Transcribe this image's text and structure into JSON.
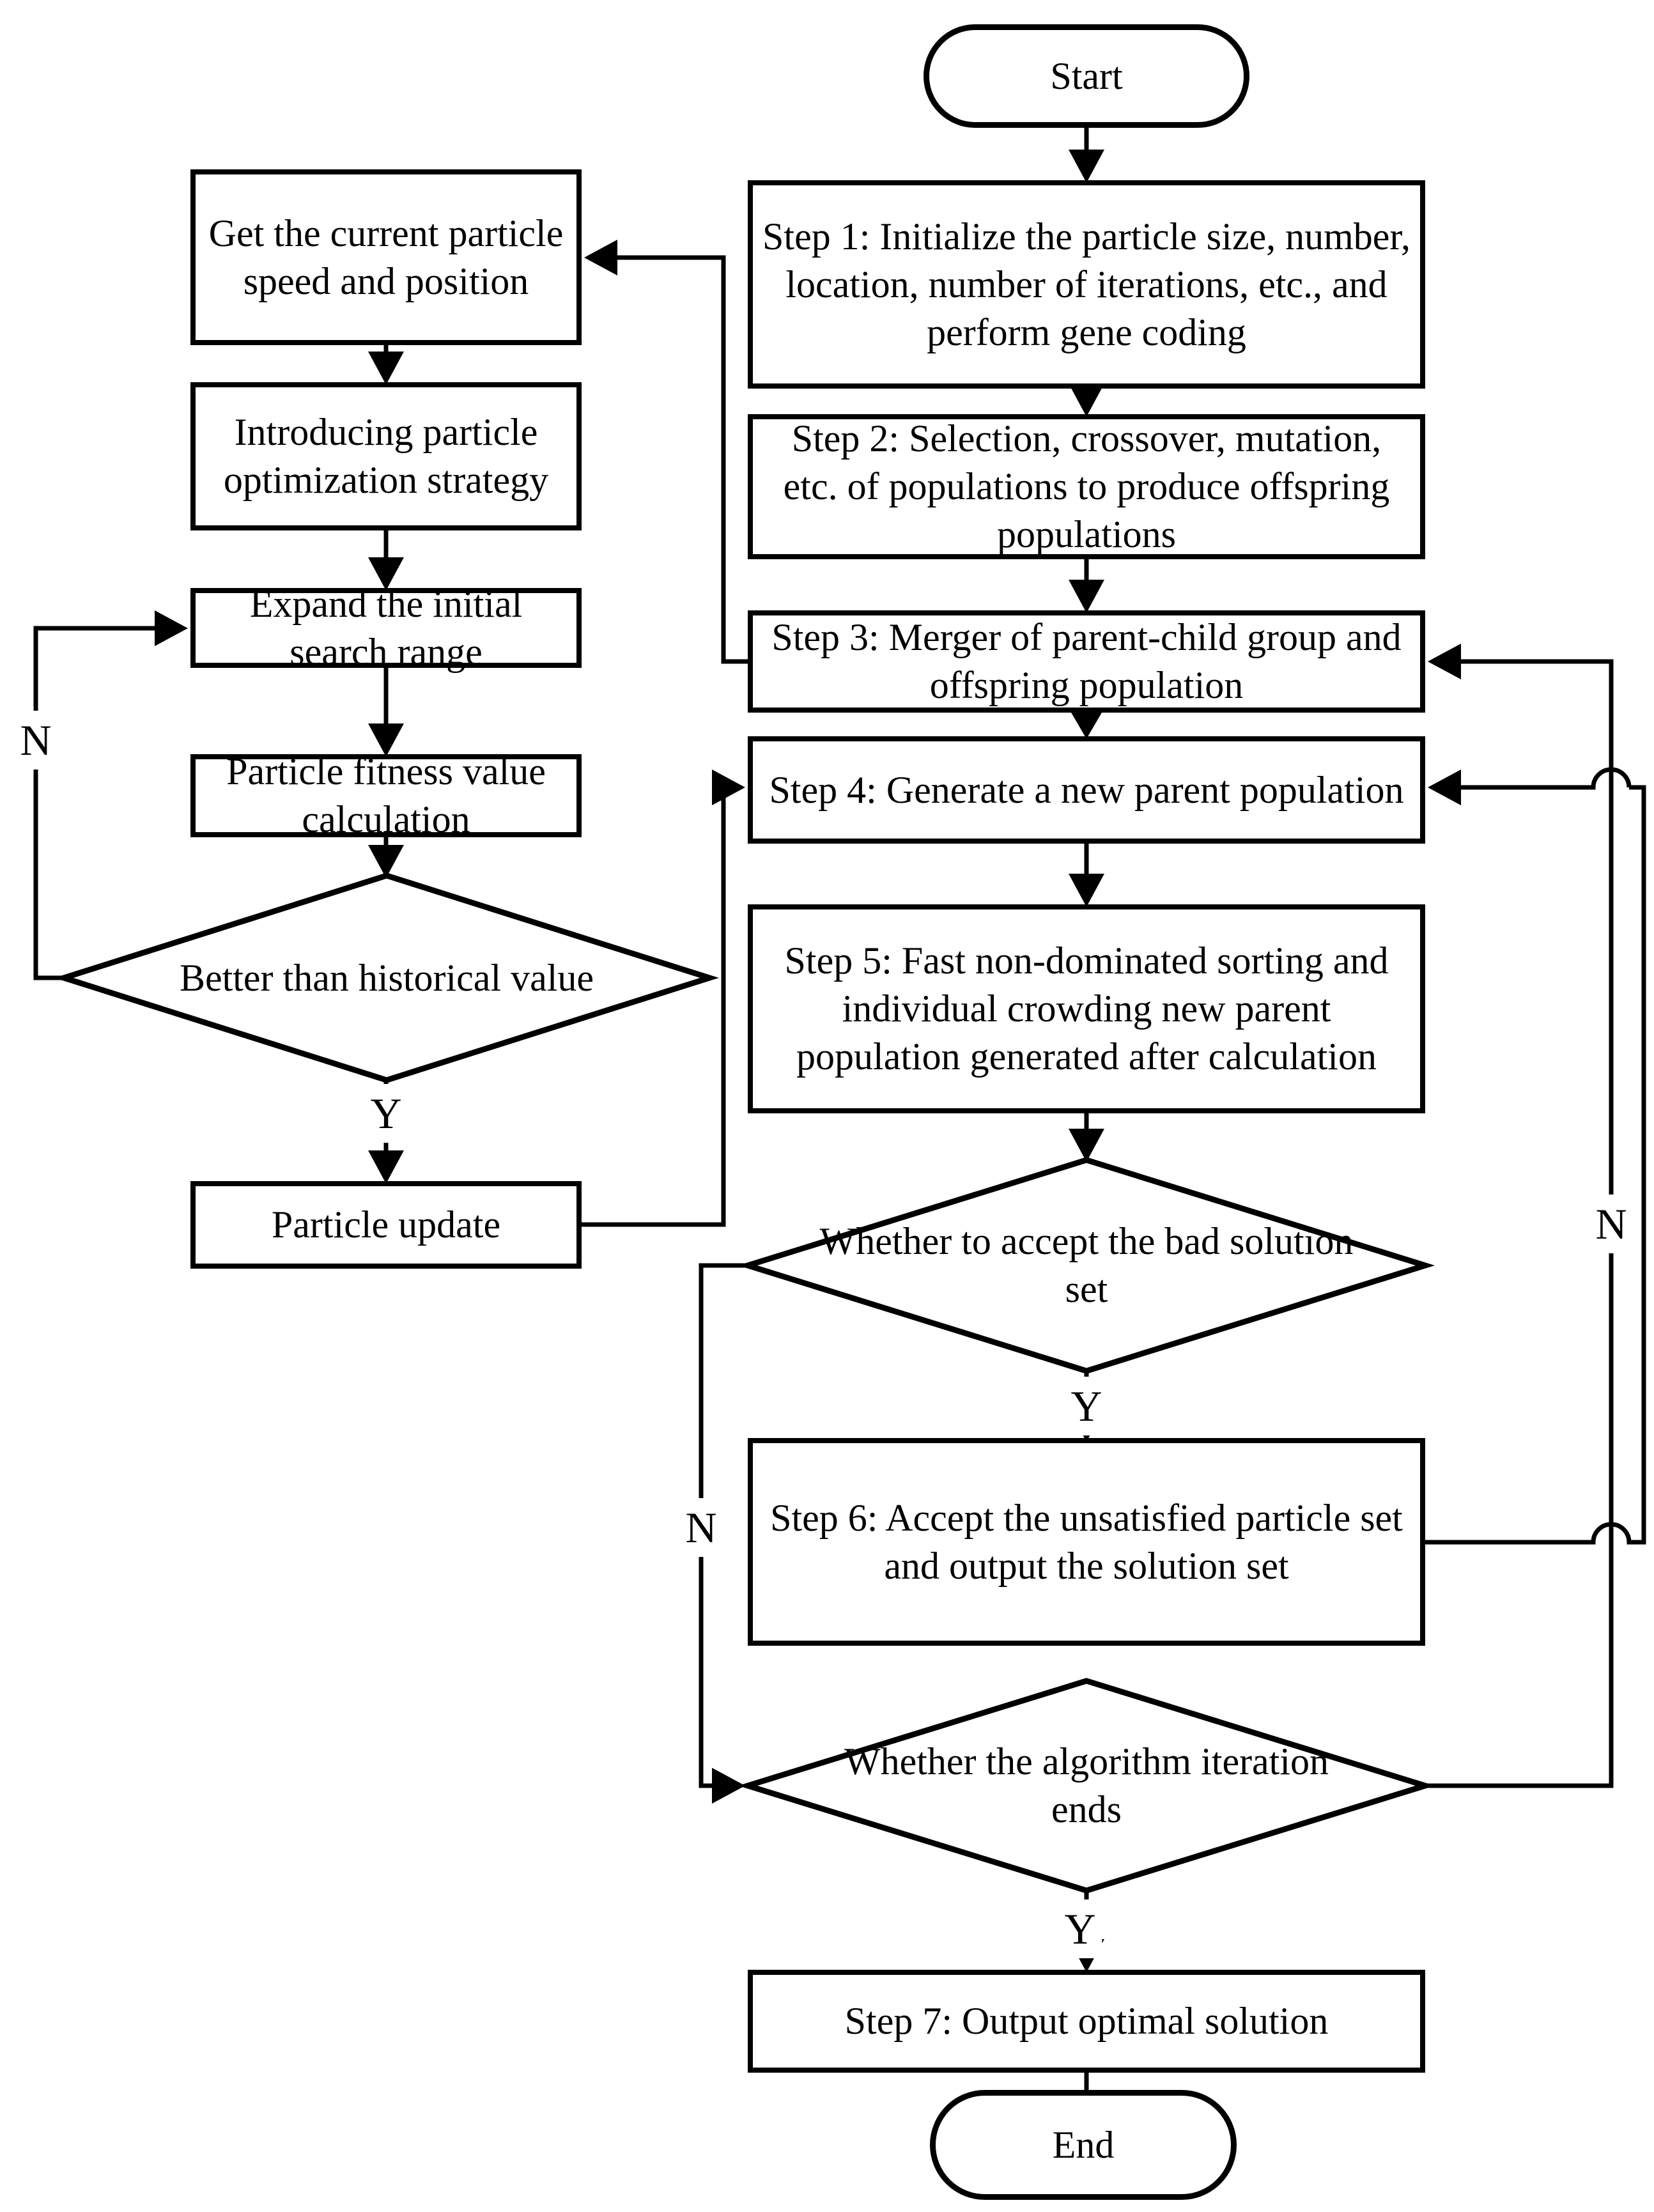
{
  "colors": {
    "line": "#000000",
    "shape_fill": "#ffffff",
    "text": "#000000"
  },
  "nodes": {
    "start": {
      "type": "terminator",
      "label": "Start"
    },
    "step1": {
      "type": "process",
      "label": "Step 1: Initialize the particle size, number, location, number of iterations, etc., and perform gene coding"
    },
    "step2": {
      "type": "process",
      "label": "Step 2: Selection, crossover, mutation, etc. of populations to produce offspring populations"
    },
    "step3": {
      "type": "process",
      "label": "Step 3: Merger of parent-child group and offspring population"
    },
    "step4": {
      "type": "process",
      "label": "Step 4: Generate a new parent population"
    },
    "step5": {
      "type": "process",
      "label": "Step 5: Fast non-dominated sorting and individual crowding new parent population generated after calculation"
    },
    "accept_decision": {
      "type": "decision",
      "label": "Whether to accept the bad solution set"
    },
    "step6": {
      "type": "process",
      "label": "Step 6: Accept the unsatisfied particle set and output the solution set"
    },
    "iteration_decision": {
      "type": "decision",
      "label": "Whether the algorithm iteration ends"
    },
    "step7": {
      "type": "process",
      "label": "Step 7: Output optimal solution"
    },
    "end": {
      "type": "terminator",
      "label": "End"
    },
    "get_speed": {
      "type": "process",
      "label": "Get the current particle speed and position"
    },
    "introduce": {
      "type": "process",
      "label": "Introducing particle optimization strategy"
    },
    "expand": {
      "type": "process",
      "label": "Expand the initial search range"
    },
    "fitness": {
      "type": "process",
      "label": "Particle fitness value calculation"
    },
    "better_decision": {
      "type": "decision",
      "label": "Better than historical value"
    },
    "update": {
      "type": "process",
      "label": "Particle update"
    }
  },
  "edge_labels": {
    "better_no": "N",
    "better_yes": "Y",
    "accept_yes": "Y",
    "accept_no": "N",
    "iteration_no": "N",
    "iteration_yes": "Y"
  }
}
